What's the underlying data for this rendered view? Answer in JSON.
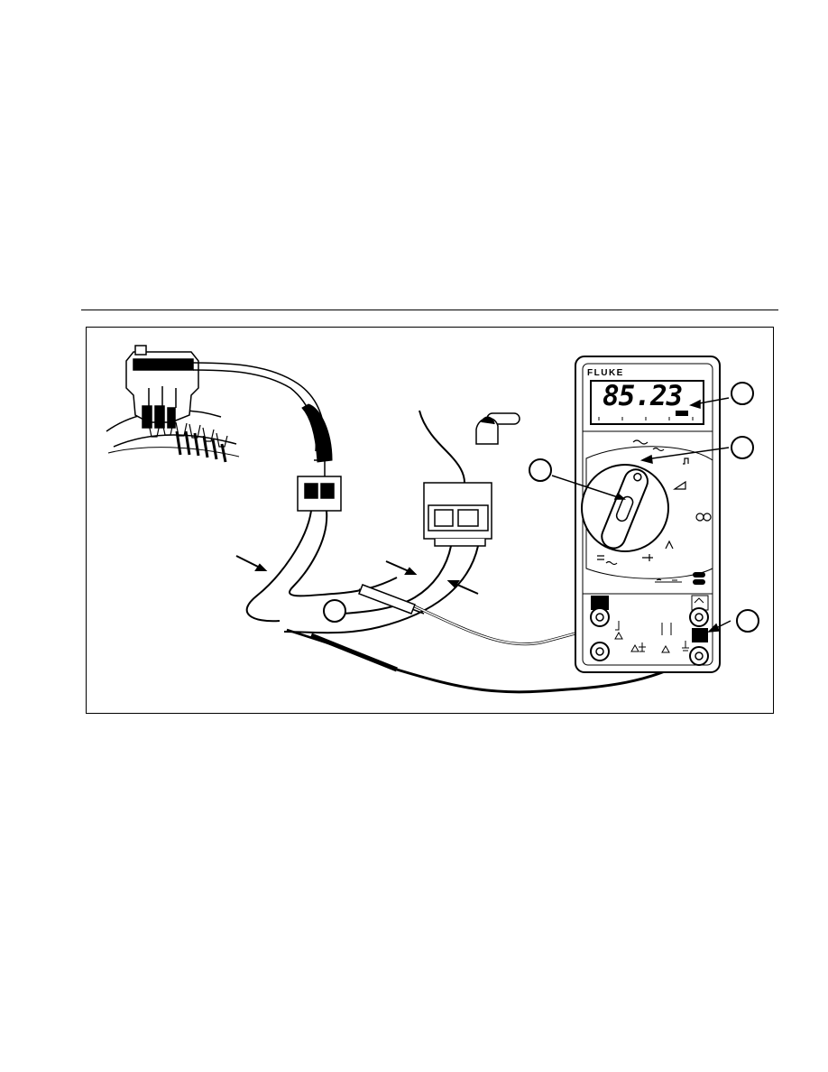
{
  "meter": {
    "brand": "FLUKE",
    "display_value": "85.23"
  },
  "callouts": [
    {
      "id": "callout-1",
      "text": ""
    },
    {
      "id": "callout-2",
      "text": ""
    },
    {
      "id": "callout-3",
      "text": ""
    },
    {
      "id": "callout-4",
      "text": ""
    },
    {
      "id": "callout-5",
      "text": ""
    }
  ],
  "colors": {
    "line": "#000000",
    "background": "#ffffff",
    "lcd": "#ffffff"
  }
}
